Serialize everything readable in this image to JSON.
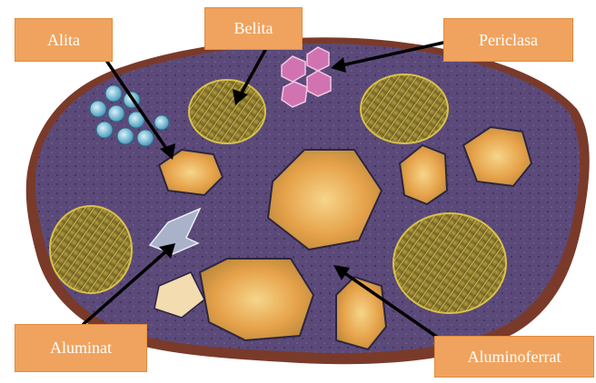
{
  "labels": {
    "alita": "Alita",
    "belita": "Belita",
    "periclasa": "Periclasa",
    "aluminat": "Aluminat",
    "aluminoferrat": "Aluminoferrat"
  },
  "colors": {
    "label_bg": "#f0a35e",
    "clinker_matrix": "#5b4a79",
    "clinker_edge": "#7a3a2a",
    "belita_fill": "#8a7a2a",
    "alita_fill": "#e9b04e",
    "periclasa_fill": "#d173b0",
    "aluminat_fill": "#a9b2c8",
    "spheres_fill": "#7fc3d9"
  }
}
